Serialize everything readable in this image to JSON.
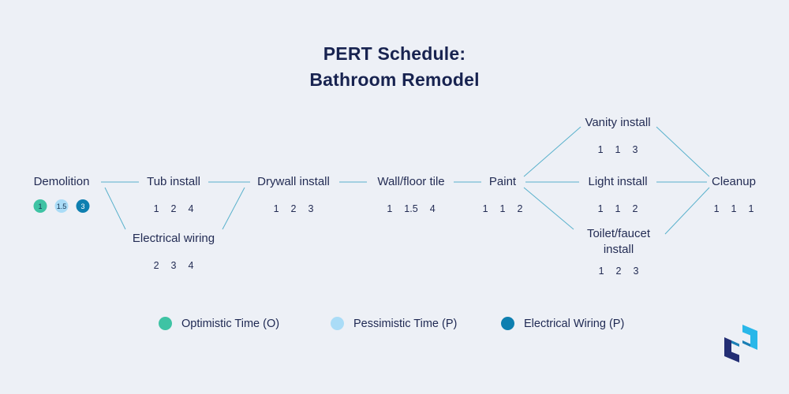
{
  "title": {
    "line1": "PERT Schedule:",
    "line2": "Bathroom Remodel"
  },
  "nodes": [
    {
      "label": "Demolition",
      "times": [
        "1",
        "1.5",
        "3"
      ]
    },
    {
      "label": "Tub install",
      "times": [
        "1",
        "2",
        "4"
      ]
    },
    {
      "label": "Electrical wiring",
      "times": [
        "2",
        "3",
        "4"
      ]
    },
    {
      "label": "Drywall install",
      "times": [
        "1",
        "2",
        "3"
      ]
    },
    {
      "label": "Wall/floor tile",
      "times": [
        "1",
        "1.5",
        "4"
      ]
    },
    {
      "label": "Paint",
      "times": [
        "1",
        "1",
        "2"
      ]
    },
    {
      "label": "Vanity install",
      "times": [
        "1",
        "1",
        "3"
      ]
    },
    {
      "label": "Light install",
      "times": [
        "1",
        "1",
        "2"
      ]
    },
    {
      "label": "Toilet/faucet install",
      "times": [
        "1",
        "2",
        "3"
      ]
    },
    {
      "label": "Cleanup",
      "times": [
        "1",
        "1",
        "1"
      ]
    }
  ],
  "edges": [
    {
      "from": "Demolition",
      "to": "Tub install"
    },
    {
      "from": "Demolition",
      "to": "Electrical wiring"
    },
    {
      "from": "Tub install",
      "to": "Drywall install"
    },
    {
      "from": "Electrical wiring",
      "to": "Drywall install"
    },
    {
      "from": "Drywall install",
      "to": "Wall/floor tile"
    },
    {
      "from": "Wall/floor tile",
      "to": "Paint"
    },
    {
      "from": "Paint",
      "to": "Vanity install"
    },
    {
      "from": "Paint",
      "to": "Light install"
    },
    {
      "from": "Paint",
      "to": "Toilet/faucet install"
    },
    {
      "from": "Vanity install",
      "to": "Cleanup"
    },
    {
      "from": "Light install",
      "to": "Cleanup"
    },
    {
      "from": "Toilet/faucet install",
      "to": "Cleanup"
    }
  ],
  "legend": [
    {
      "label": "Optimistic Time (O)",
      "color": "#3ec3a4"
    },
    {
      "label": "Pessimistic Time (P)",
      "color": "#aadcf7"
    },
    {
      "label": "Electrical Wiring (P)",
      "color": "#0e7fb0"
    }
  ],
  "colors": {
    "optimistic": "#3ec3a4",
    "pessimistic": "#aadcf7",
    "electrical": "#0e7fb0",
    "connector": "#59b1cc",
    "title_text": "#182350",
    "background": "#edf0f6"
  }
}
